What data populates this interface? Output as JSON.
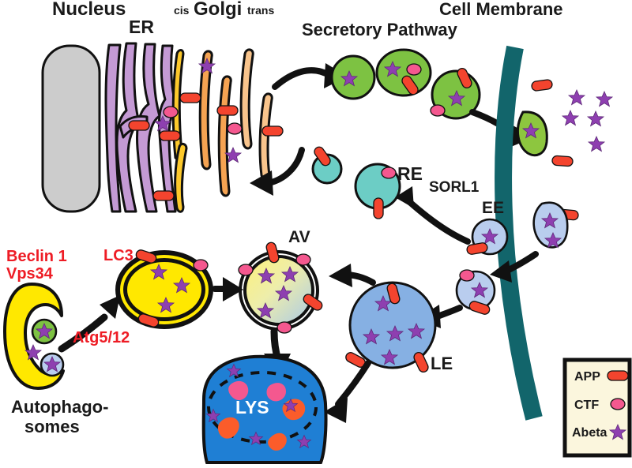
{
  "figure": {
    "type": "cell-biology-pathway-diagram",
    "topic": "APP trafficking, secretory pathway, endosomes and autophagy"
  },
  "labels": {
    "nucleus": "Nucleus",
    "er": "ER",
    "golgi_cis": "cis",
    "golgi": "Golgi",
    "golgi_trans": "trans",
    "cell_membrane": "Cell Membrane",
    "secretory_pathway": "Secretory Pathway",
    "recycling_endosome": "RE",
    "sorl1": "SORL1",
    "early_endosome": "EE",
    "late_endosome": "LE",
    "autophagic_vacuole": "AV",
    "lysosome": "LYS",
    "beclin1": "Beclin 1",
    "vps34": "Vps34",
    "lc3": "LC3",
    "atg512": "Atg5/12",
    "autophagosomes_line1": "Autophago-",
    "autophagosomes_line2": "somes"
  },
  "legend": {
    "items": [
      {
        "label": "APP",
        "glyph": "app-rod",
        "color": "#f4442e"
      },
      {
        "label": "CTF",
        "glyph": "ctf-blob",
        "color": "#f4588f"
      },
      {
        "label": "Abeta",
        "glyph": "abeta-star",
        "color": "#8e3fb0"
      }
    ],
    "box_fill": "#fbf6dd",
    "box_stroke": "#111111"
  },
  "colors": {
    "nucleus": "#cccccc",
    "er": "#c49ad4",
    "golgi_cis": "#fdc92b",
    "golgi_mid": "#f5a352",
    "golgi_trans": "#f8c48c",
    "secretory_vesicle": "#7dc242",
    "teal_vesicle": "#6ccdc5",
    "endosome": "#b9cdee",
    "late_endosome": "#86b0e3",
    "lysosome": "#1f7fd4",
    "cell_membrane": "#12656b",
    "autophagosome": "#ffe800",
    "app": "#f4442e",
    "ctf": "#f4588f",
    "abeta": "#8e3fb0",
    "outline": "#111111",
    "red_text": "#ee1c25"
  },
  "organelles": [
    {
      "name": "nucleus",
      "label": "Nucleus"
    },
    {
      "name": "endoplasmic-reticulum",
      "label": "ER"
    },
    {
      "name": "golgi-apparatus",
      "label": "Golgi"
    },
    {
      "name": "secretory-vesicles",
      "label": "Secretory Pathway"
    },
    {
      "name": "plasma-membrane",
      "label": "Cell Membrane"
    },
    {
      "name": "recycling-endosome",
      "label": "RE"
    },
    {
      "name": "early-endosome",
      "label": "EE"
    },
    {
      "name": "late-endosome",
      "label": "LE"
    },
    {
      "name": "autophagic-vacuole",
      "label": "AV"
    },
    {
      "name": "lysosome",
      "label": "LYS"
    },
    {
      "name": "phagophore",
      "label": "Autophagosomes"
    }
  ]
}
